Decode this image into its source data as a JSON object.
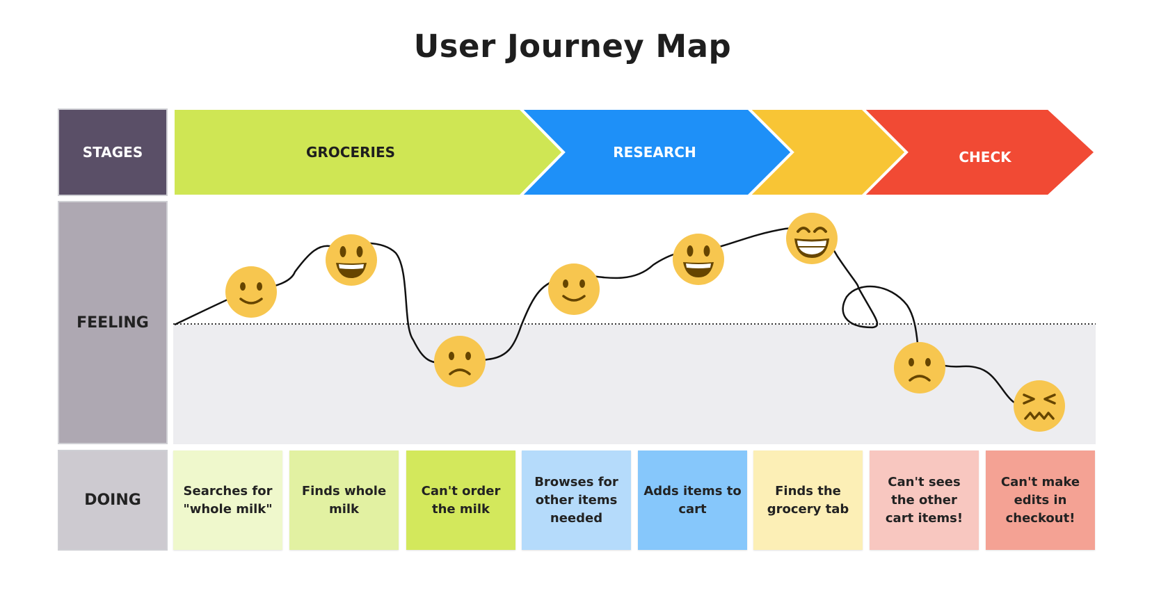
{
  "title": "User Journey Map",
  "row_labels": {
    "stages": "STAGES",
    "feeling": "FEELING",
    "doing": "DOING"
  },
  "stages": [
    {
      "label": "GROCERIES",
      "color": "#cfe654",
      "text_color": "#1e1e1e"
    },
    {
      "label": "RESEARCH",
      "color": "#1e90f8",
      "text_color": "#ffffff"
    },
    {
      "label": "",
      "color": "#f8c535",
      "text_color": "#1e1e1e"
    },
    {
      "label": "CHECK",
      "color": "#f14a34",
      "text_color": "#ffffff"
    }
  ],
  "feelings": [
    {
      "mood": "slightly-smiling",
      "icon": "slightly-smiling-face-icon"
    },
    {
      "mood": "grinning",
      "icon": "grinning-face-icon"
    },
    {
      "mood": "frowning",
      "icon": "frowning-face-icon"
    },
    {
      "mood": "slightly-smiling",
      "icon": "slightly-smiling-face-icon"
    },
    {
      "mood": "grinning",
      "icon": "grinning-face-icon"
    },
    {
      "mood": "beaming",
      "icon": "beaming-face-icon"
    },
    {
      "mood": "frowning",
      "icon": "frowning-face-icon"
    },
    {
      "mood": "confounded",
      "icon": "confounded-face-icon"
    }
  ],
  "doing": [
    {
      "text": "Searches for \"whole milk\"",
      "color": "#eff8cc"
    },
    {
      "text": "Finds whole milk",
      "color": "#e2f1a2"
    },
    {
      "text": "Can't order the milk",
      "color": "#d3e85c"
    },
    {
      "text": "Browses for other items needed",
      "color": "#b5dbfb"
    },
    {
      "text": "Adds items to cart",
      "color": "#86c7fb"
    },
    {
      "text": "Finds the grocery tab",
      "color": "#fcefb6"
    },
    {
      "text": "Can't sees the other cart items!",
      "color": "#f8c7c0"
    },
    {
      "text": "Can't make edits in checkout!",
      "color": "#f4a294"
    }
  ],
  "colors": {
    "emoji": "#f7c64f",
    "emoji_feature": "#664500",
    "negative_zone": "#ededf0"
  }
}
